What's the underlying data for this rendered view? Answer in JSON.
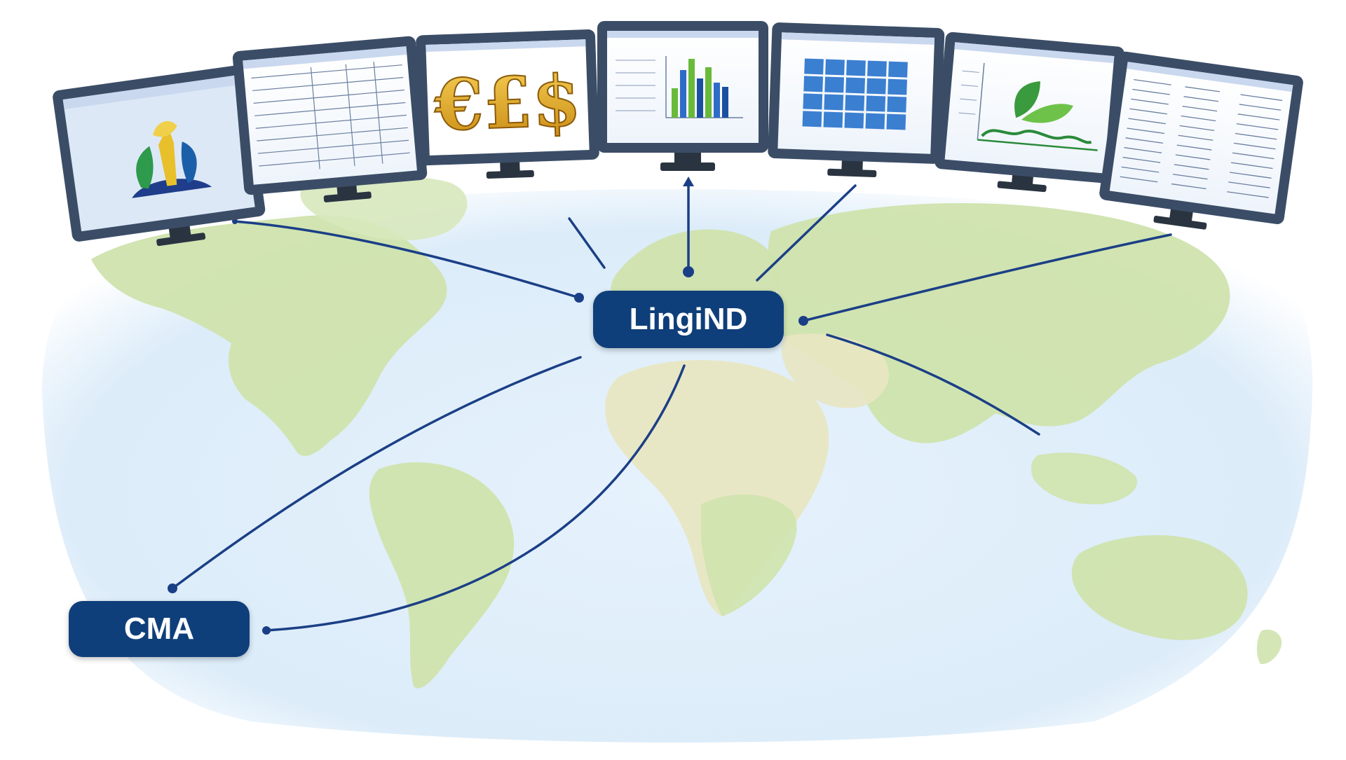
{
  "nodes": {
    "hub": {
      "label": "LingiND"
    },
    "source": {
      "label": "CMA"
    }
  },
  "colors": {
    "ocean": "#e3f0fb",
    "land": "#cfe3ad",
    "land_dry": "#e8e6c2",
    "pill": "#0f3f7a",
    "connector": "#1b3f86",
    "monitor_bezel": "#3b4d66",
    "monitor_stand": "#2a3441",
    "screen_bg": "#ffffff",
    "window_header": "#c9d8ee"
  },
  "monitors": [
    {
      "name": "monitor-1",
      "content": "plant-illustration-icon"
    },
    {
      "name": "monitor-2",
      "content": "spreadsheet-table"
    },
    {
      "name": "monitor-3",
      "content": "currency-symbols-icon",
      "glyphs": "€£$"
    },
    {
      "name": "monitor-4",
      "content": "bar-chart"
    },
    {
      "name": "monitor-5",
      "content": "grid-table"
    },
    {
      "name": "monitor-6",
      "content": "leaf-chart"
    },
    {
      "name": "monitor-7",
      "content": "text-document"
    }
  ]
}
